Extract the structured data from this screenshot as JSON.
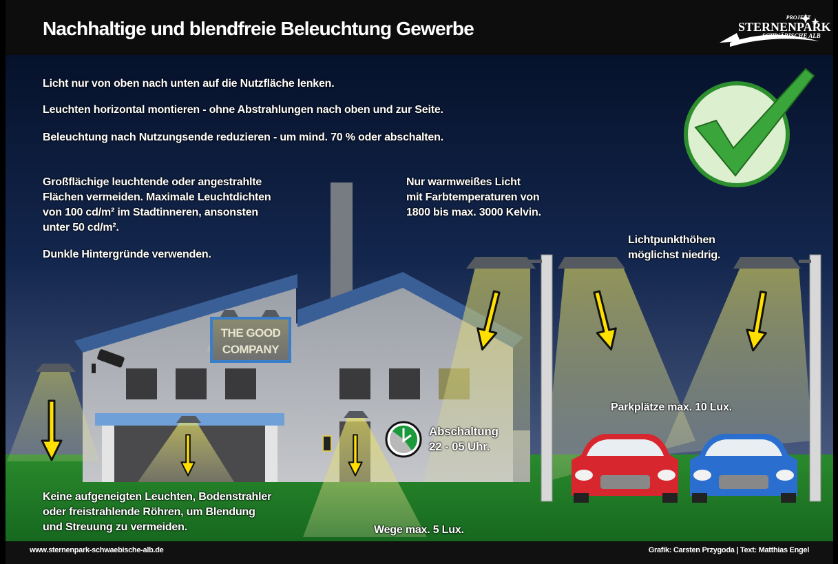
{
  "header": {
    "title": "Nachhaltige und blendfreie Beleuchtung Gewerbe",
    "logo": {
      "line1": "PROJEKT",
      "line2": "STERNENPARK",
      "line3": "SCHWÄBISCHE ALB"
    }
  },
  "rules": [
    "Licht nur von oben nach unten auf die Nutzfläche lenken.",
    "Leuchten horizontal montieren - ohne Abstrahlungen nach oben und zur Seite.",
    "Beleuchtung nach Nutzungsende reduzieren - um mind. 70 % oder abschalten."
  ],
  "notes": {
    "surfaces": [
      "Großflächige leuchtende oder angestrahlte",
      "Flächen vermeiden. Maximale Leuchtdichten",
      "von 100 cd/m² im Stadtinneren, ansonsten",
      "unter 50 cd/m²."
    ],
    "background": "Dunkle Hintergründe verwenden.",
    "warm_light": [
      "Nur warmweißes Licht",
      "mit Farbtemperaturen von",
      "1800 bis max. 3000 Kelvin."
    ],
    "heights": [
      "Lichtpunkthöhen",
      "möglichst niedrig."
    ],
    "parking": "Parkplätze max. 10 Lux.",
    "shutoff": [
      "Abschaltung",
      "22 - 05 Uhr."
    ],
    "no_uplights": [
      "Keine aufgeneigten Leuchten, Bodenstrahler",
      "oder freistrahlende Röhren, um Blendung",
      "und Streuung zu vermeiden."
    ],
    "paths": "Wege max. 5 Lux."
  },
  "sign": {
    "line1": "THE GOOD",
    "line2": "COMPANY"
  },
  "footer": {
    "url": "www.sternenpark-schwaebische-alb.de",
    "credits": "Grafik: Carsten Przygoda | Text: Matthias Engel"
  },
  "colors": {
    "sky_top": "#071430",
    "sky_bottom": "#3a4f7a",
    "grass": "#1f7a26",
    "light": "#ffe000",
    "check": "#3aa53a"
  }
}
